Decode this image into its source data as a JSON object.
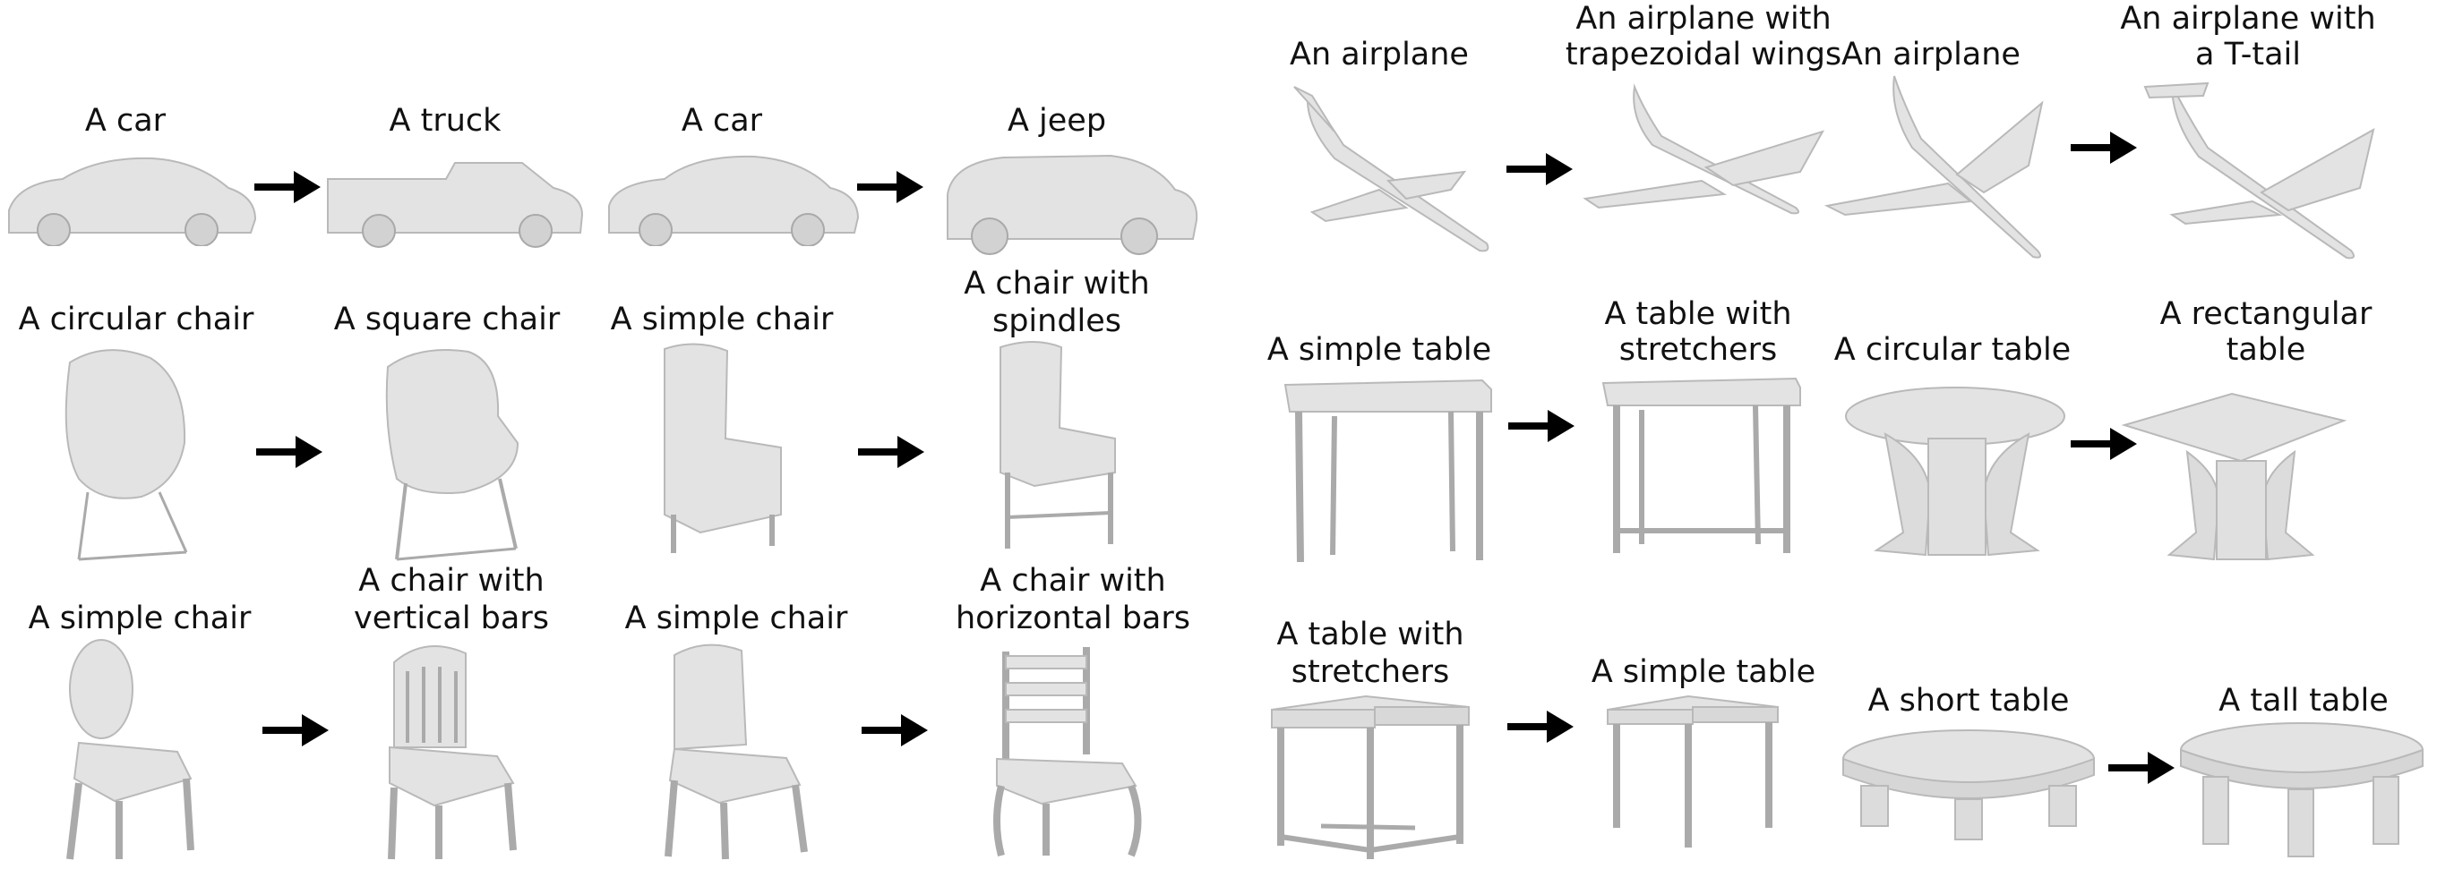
{
  "panels": {
    "cars": {
      "caption_1": "A car",
      "caption_2": "A truck",
      "caption_3": "A car",
      "caption_4": "A jeep"
    },
    "chairs_a": {
      "caption_1": "A circular chair",
      "caption_2": "A square chair",
      "caption_3": "A simple chair",
      "caption_4_line1": "A chair with",
      "caption_4_line2": "spindles"
    },
    "chairs_b": {
      "caption_1": "A simple chair",
      "caption_2_line1": "A chair with",
      "caption_2_line2": "vertical bars",
      "caption_3": "A simple chair",
      "caption_4_line1": "A chair with",
      "caption_4_line2": "horizontal bars"
    },
    "airplanes": {
      "caption_1": "An airplane",
      "caption_2_line1": "An airplane with",
      "caption_2_line2": "trapezoidal wings",
      "caption_3": "An airplane",
      "caption_4_line1": "An airplane with",
      "caption_4_line2": "a T-tail"
    },
    "tables_a": {
      "caption_1": "A simple table",
      "caption_2_line1": "A table with",
      "caption_2_line2": "stretchers",
      "caption_3": "A circular table",
      "caption_4_line1": "A rectangular",
      "caption_4_line2": "table"
    },
    "tables_b": {
      "caption_1_line1": "A table with",
      "caption_1_line2": "stretchers",
      "caption_2": "A simple table",
      "caption_3": "A short table",
      "caption_4": "A tall table"
    }
  },
  "colors": {
    "shape_fill": "#e3e3e3",
    "shape_stroke": "#b9b9b9",
    "arrow": "#000000"
  }
}
